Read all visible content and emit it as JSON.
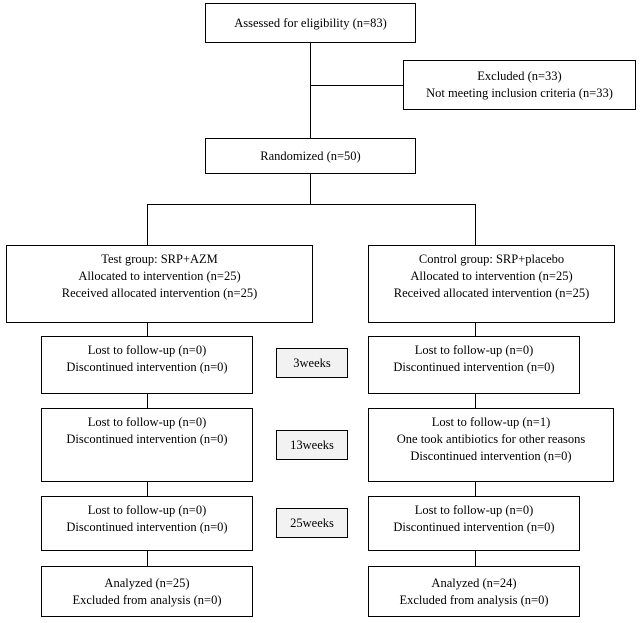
{
  "diagram": {
    "title": "CONSORT participant flow diagram",
    "colors": {
      "border": "#000000",
      "box_fill": "#ffffff",
      "timebox_fill": "#f2f2f2",
      "text": "#000000"
    }
  },
  "nodes": {
    "assessed": {
      "lines": [
        "Assessed for eligibility (n=83)"
      ]
    },
    "excluded": {
      "lines": [
        "Excluded (n=33)",
        "Not meeting inclusion criteria (n=33)"
      ]
    },
    "randomized": {
      "lines": [
        "Randomized (n=50)"
      ]
    },
    "test_group": {
      "lines": [
        "Test group: SRP+AZM",
        "Allocated to intervention (n=25)",
        "Received allocated intervention (n=25)"
      ]
    },
    "control_group": {
      "lines": [
        "Control group: SRP+placebo",
        "Allocated to intervention (n=25)",
        "Received allocated intervention (n=25)"
      ]
    },
    "test_fu_3w": {
      "lines": [
        "Lost to follow-up (n=0)",
        "Discontinued intervention (n=0)"
      ]
    },
    "control_fu_3w": {
      "lines": [
        "Lost to follow-up (n=0)",
        "Discontinued intervention (n=0)"
      ]
    },
    "test_fu_13w": {
      "lines": [
        "Lost to follow-up (n=0)",
        "Discontinued intervention (n=0)"
      ]
    },
    "control_fu_13w": {
      "lines": [
        "Lost to follow-up (n=1)",
        "One took antibiotics for other reasons",
        "Discontinued intervention (n=0)"
      ]
    },
    "test_fu_25w": {
      "lines": [
        "Lost to follow-up (n=0)",
        "Discontinued intervention (n=0)"
      ]
    },
    "control_fu_25w": {
      "lines": [
        "Lost to follow-up (n=0)",
        "Discontinued intervention (n=0)"
      ]
    },
    "test_analyzed": {
      "lines": [
        "Analyzed (n=25)",
        "Excluded from analysis (n=0)"
      ]
    },
    "control_analyzed": {
      "lines": [
        "Analyzed (n=24)",
        "Excluded from analysis (n=0)"
      ]
    }
  },
  "timepoints": {
    "t1": "3weeks",
    "t2": "13weeks",
    "t3": "25weeks"
  }
}
